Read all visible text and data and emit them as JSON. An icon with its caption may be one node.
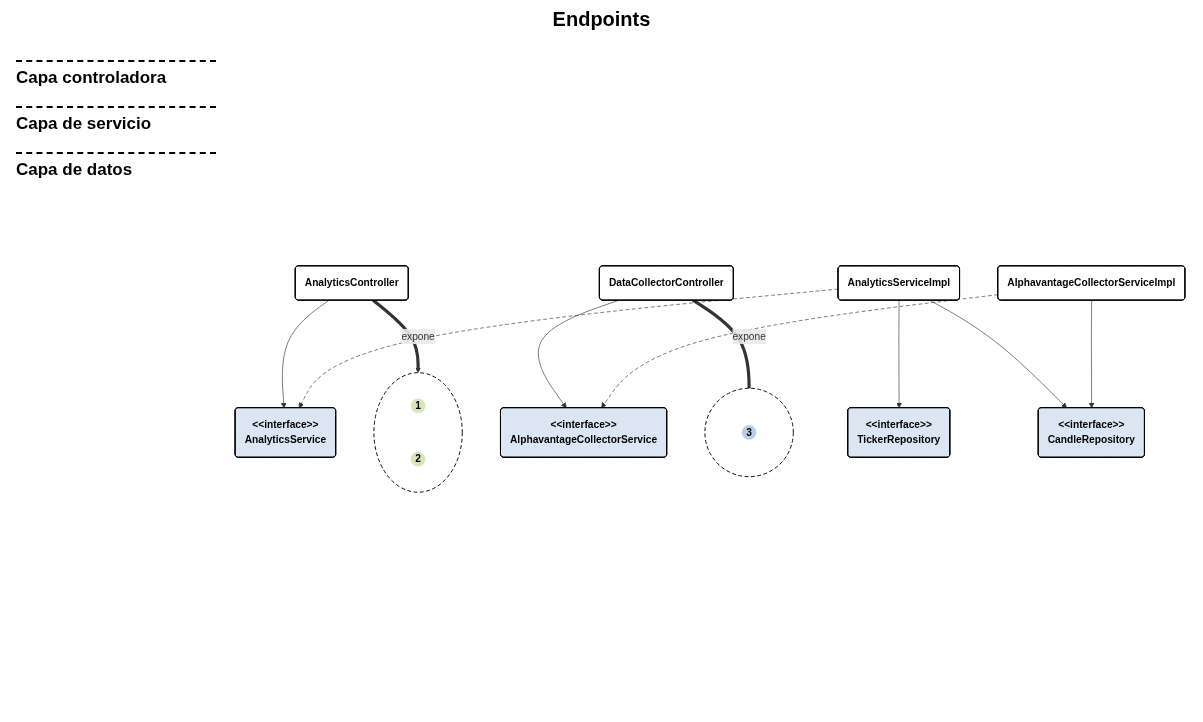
{
  "diagram": {
    "title": "Endpoints",
    "nodes": [
      {
        "text": [],
        "shape": "ellipse"
      },
      {
        "text": [
          "1"
        ],
        "in": 0
      },
      {
        "text": [
          "2"
        ],
        "in": 0
      },
      {
        "text": [],
        "shape": "circle"
      },
      {
        "text": [
          "3"
        ],
        "in": 3
      },
      {
        "text": [
          "AnalyticsController"
        ]
      },
      {
        "text": [
          "DataCollectorController"
        ]
      },
      {
        "text": [
          "<<interface>>",
          "AnalyticsService"
        ]
      },
      {
        "text": [
          "<<interface>>",
          "AlphavantageCollectorService"
        ]
      },
      {
        "text": [
          "AnalyticsServiceImpl"
        ]
      },
      {
        "text": [
          "AlphavantageCollectorServiceImpl"
        ]
      },
      {
        "text": [
          "<<interface>>",
          "TickerRepository"
        ]
      },
      {
        "text": [
          "<<interface>>",
          "CandleRepository"
        ]
      }
    ],
    "edges": [
      {
        "from": 5,
        "to": 0,
        "arrow": "to",
        "label": "expone",
        "style": "thick"
      },
      {
        "from": 6,
        "to": 3,
        "arrow": "to",
        "label": "expone",
        "style": "thick"
      },
      {
        "from": 5,
        "to": 7,
        "arrow": "to"
      },
      {
        "from": 6,
        "to": 8,
        "arrow": "to"
      },
      {
        "from": 9,
        "to": 7,
        "arrow": "to",
        "style": "dashed"
      },
      {
        "from": 10,
        "to": 8,
        "arrow": "to",
        "style": "dashed"
      },
      {
        "from": 9,
        "to": 11,
        "arrow": "to"
      },
      {
        "from": 9,
        "to": 12,
        "arrow": "to"
      },
      {
        "from": 10,
        "to": 12,
        "arrow": "to"
      }
    ],
    "labels": [
      "Capa controladora",
      "Capa de servicio",
      "Capa de datos"
    ]
  }
}
